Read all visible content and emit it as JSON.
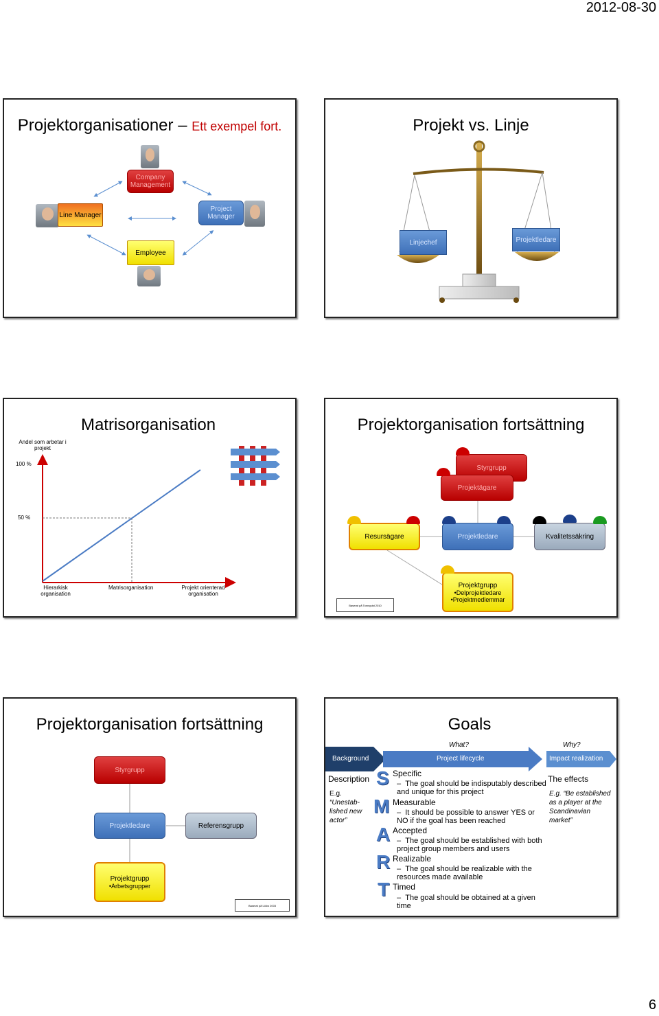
{
  "page": {
    "date": "2012-08-30",
    "number": "6"
  },
  "slide1": {
    "title_main": "Projektorganisationer",
    "title_dash": "–",
    "title_sub": "Ett exempel fort.",
    "company": "Company Management",
    "line": "Line Manager",
    "project": "Project Manager",
    "employee": "Employee"
  },
  "slide2": {
    "title": "Projekt vs. Linje",
    "left": "Linjechef",
    "right": "Projektledare"
  },
  "slide3": {
    "title": "Matrisorganisation",
    "ylabel": "Andel som arbetar i projekt",
    "y100": "100 %",
    "y50": "50 %",
    "x1": "Hierarkisk organisation",
    "x2": "Matrisorganisation",
    "x3": "Projekt orienterad organisation"
  },
  "slide4": {
    "title": "Projektorganisation fortsättning",
    "styrgrupp": "Styrgrupp",
    "agare": "Projektägare",
    "resurs": "Resursägare",
    "ledare": "Projektledare",
    "kval": "Kvalitetssäkring",
    "grupp": "Projektgrupp",
    "b1": "•Delprojektledare",
    "b2": "•Projektmedlemmar",
    "ref": "Baserat på Tonnquist 2010"
  },
  "slide5": {
    "title": "Projektorganisation fortsättning",
    "styrgrupp": "Styrgrupp",
    "ledare": "Projektledare",
    "referens": "Referensgrupp",
    "grupp": "Projektgrupp",
    "b1": "•Arbetsgrupper",
    "ref": "Baserat på Lööw 2003"
  },
  "slide6": {
    "title": "Goals",
    "what": "What?",
    "why": "Why?",
    "background": "Background",
    "lifecycle": "Project lifecycle",
    "impact": "Impact realization",
    "description": "Description",
    "eg": "E.g.",
    "eg_text": "“Unestab-lished new actor”",
    "effects": "The effects",
    "eg2": "E.g. “Be established as a player at the Scandinavian market”",
    "s_title": "Specific",
    "s_text": "The goal should be indisputably described and unique for this project",
    "m_title": "Measurable",
    "m_text": "It should be possible to answer YES or NO if the goal has been reached",
    "a_title": "Accepted",
    "a_text": "The goal should be established with both project group members and users",
    "r_title": "Realizable",
    "r_text": "The goal should be realizable with the resources made available",
    "t_title": "Timed",
    "t_text": "The goal should be obtained at a given time",
    "letters": [
      "S",
      "M",
      "A",
      "R",
      "T"
    ]
  }
}
